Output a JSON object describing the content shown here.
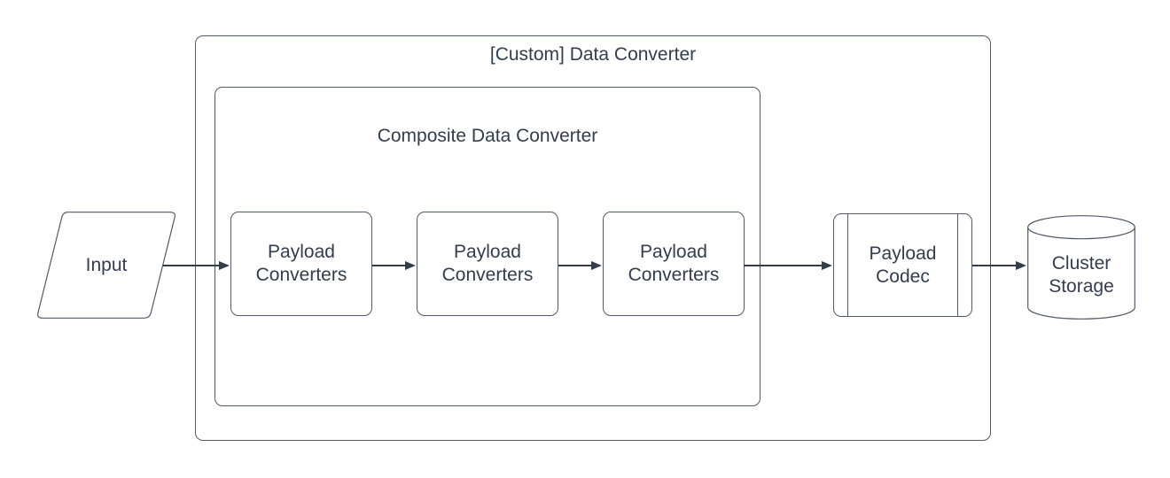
{
  "diagram": {
    "containers": {
      "outer": {
        "label": "[Custom] Data Converter"
      },
      "inner": {
        "label": "Composite Data Converter"
      }
    },
    "nodes": {
      "input": {
        "label": "Input",
        "shape": "parallelogram"
      },
      "payload_converters_1": {
        "label": "Payload Converters",
        "shape": "rounded-rectangle"
      },
      "payload_converters_2": {
        "label": "Payload Converters",
        "shape": "rounded-rectangle"
      },
      "payload_converters_3": {
        "label": "Payload Converters",
        "shape": "rounded-rectangle"
      },
      "payload_codec": {
        "label": "Payload Codec",
        "shape": "predefined-process"
      },
      "cluster_storage": {
        "label": "Cluster Storage",
        "shape": "cylinder"
      }
    },
    "edges": [
      {
        "from": "input",
        "to": "payload_converters_1"
      },
      {
        "from": "payload_converters_1",
        "to": "payload_converters_2"
      },
      {
        "from": "payload_converters_2",
        "to": "payload_converters_3"
      },
      {
        "from": "payload_converters_3",
        "to": "payload_codec"
      },
      {
        "from": "payload_codec",
        "to": "cluster_storage"
      }
    ],
    "colors": {
      "background": "#ffffff",
      "shape_fill": "#ffffff",
      "stroke": "#515a68",
      "text": "#333d4c",
      "arrow": "#333d4c"
    }
  }
}
